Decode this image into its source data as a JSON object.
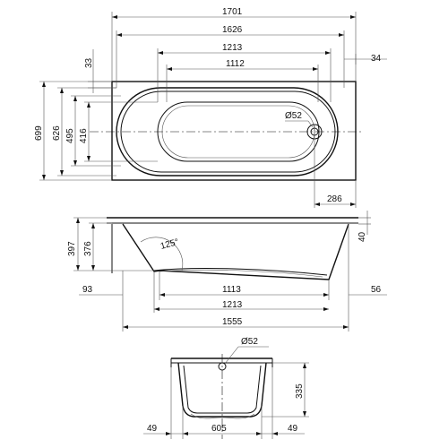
{
  "drawing": {
    "top_view": {
      "dims": {
        "length_overall": "1701",
        "length_outer": "1626",
        "length_inner": "1213",
        "length_bottom": "1112",
        "offset_left": "33",
        "offset_right": "34",
        "width_overall": "699",
        "width_outer": "626",
        "width_inner": "495",
        "width_bottom": "416",
        "drain_diameter": "Ø52",
        "drain_offset": "286"
      }
    },
    "side_view": {
      "dims": {
        "height_overall": "397",
        "height_inner": "376",
        "rim": "40",
        "angle": "125°",
        "offset_left": "93",
        "offset_right": "56",
        "bottom_length": "1113",
        "inner_length": "1213",
        "base_length": "1555"
      }
    },
    "end_view": {
      "dims": {
        "drain_diameter": "Ø52",
        "depth": "335",
        "offset_left": "49",
        "width_bottom": "605",
        "offset_right": "49"
      }
    }
  }
}
